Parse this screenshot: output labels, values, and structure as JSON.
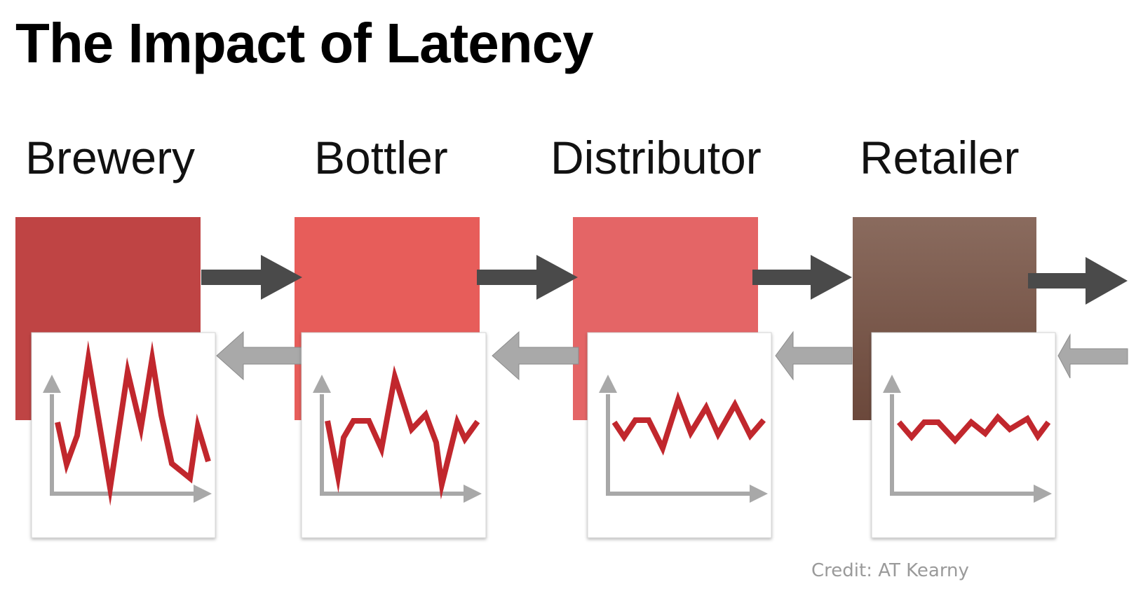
{
  "title": "The Impact of Latency",
  "stages": [
    {
      "label": "Brewery",
      "color": "#bf4444",
      "variability": "very high"
    },
    {
      "label": "Bottler",
      "color": "#e75d5a",
      "variability": "high"
    },
    {
      "label": "Distributor",
      "color": "#e46566",
      "variability": "medium"
    },
    {
      "label": "Retailer",
      "color": "#7a5345",
      "variability": "low"
    }
  ],
  "credit": "Credit: AT Kearny",
  "colors": {
    "forward_arrow": "#4a4a4a",
    "return_arrow": "#a9a9a9",
    "line": "#c1272d",
    "axis": "#a8a8a8"
  }
}
